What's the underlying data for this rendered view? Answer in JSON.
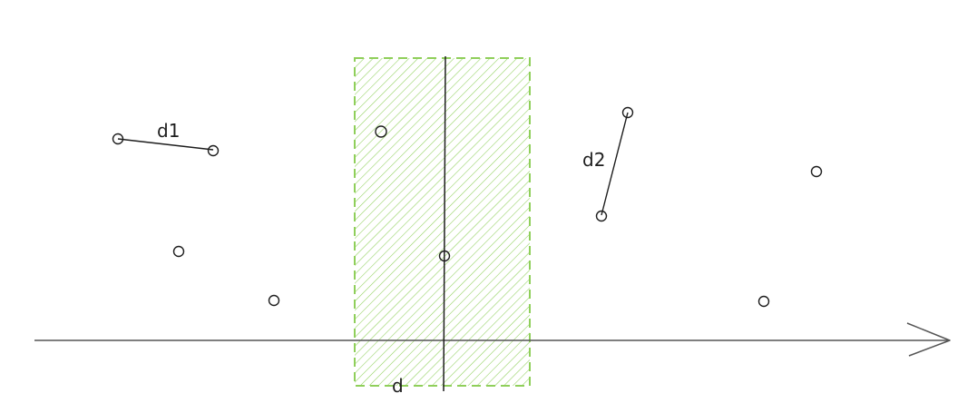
{
  "labels": {
    "d1": "d1",
    "d2": "d2",
    "d": "d"
  },
  "colors": {
    "ink": "#1e1e1e",
    "strip_fill": "#8fcf5a",
    "strip_border": "#8fcf5a",
    "axis": "#555555"
  },
  "icons": {
    "axis_arrowhead": "arrowhead-icon"
  }
}
